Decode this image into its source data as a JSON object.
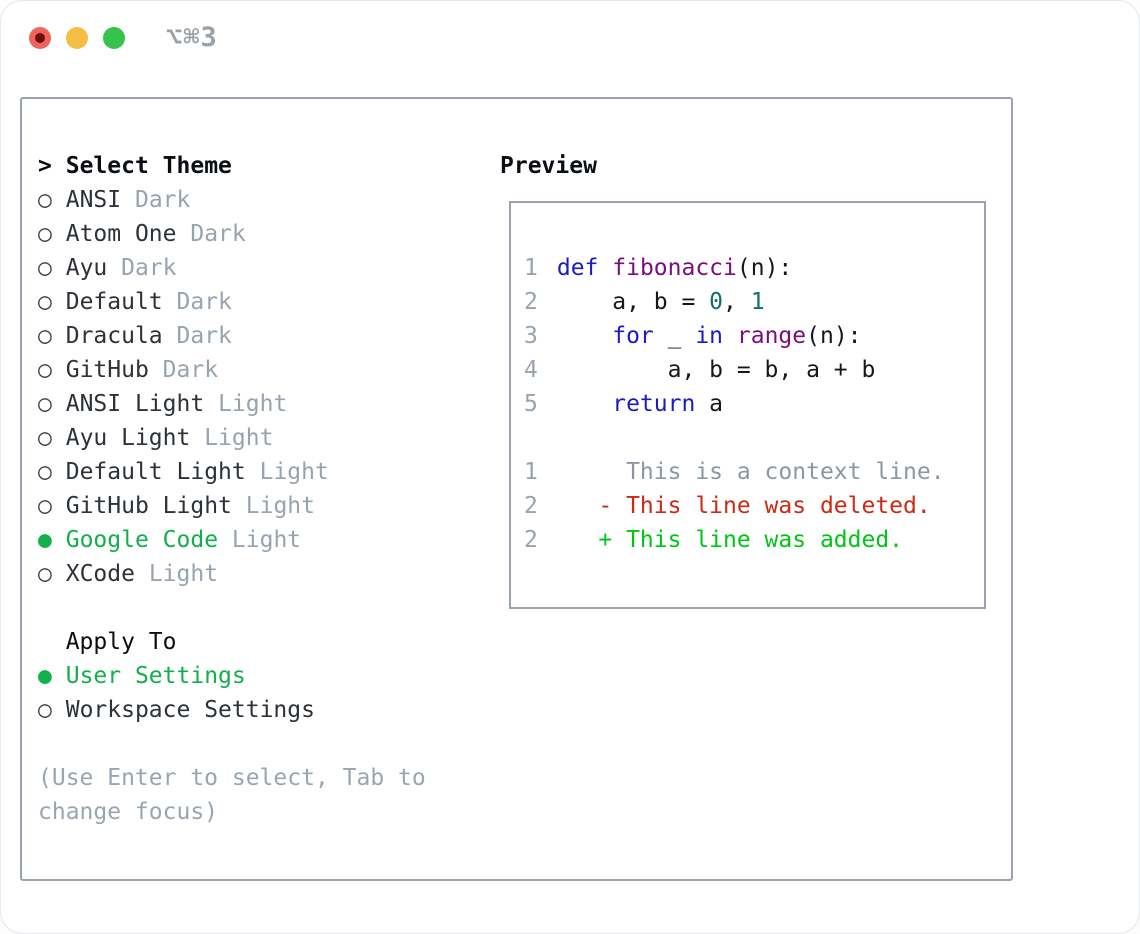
{
  "window": {
    "title": "⌥⌘3"
  },
  "theme_selector": {
    "header_marker": ">",
    "header_label": "Select Theme",
    "items": [
      {
        "marker": "○",
        "name": "ANSI",
        "variant": "Dark",
        "selected": false
      },
      {
        "marker": "○",
        "name": "Atom One",
        "variant": "Dark",
        "selected": false
      },
      {
        "marker": "○",
        "name": "Ayu",
        "variant": "Dark",
        "selected": false
      },
      {
        "marker": "○",
        "name": "Default",
        "variant": "Dark",
        "selected": false
      },
      {
        "marker": "○",
        "name": "Dracula",
        "variant": "Dark",
        "selected": false
      },
      {
        "marker": "○",
        "name": "GitHub",
        "variant": "Dark",
        "selected": false
      },
      {
        "marker": "○",
        "name": "ANSI Light",
        "variant": "Light",
        "selected": false
      },
      {
        "marker": "○",
        "name": "Ayu Light",
        "variant": "Light",
        "selected": false
      },
      {
        "marker": "○",
        "name": "Default Light",
        "variant": "Light",
        "selected": false
      },
      {
        "marker": "○",
        "name": "GitHub Light",
        "variant": "Light",
        "selected": false
      },
      {
        "marker": "●",
        "name": "Google Code",
        "variant": "Light",
        "selected": true
      },
      {
        "marker": "○",
        "name": "XCode",
        "variant": "Light",
        "selected": false
      }
    ]
  },
  "apply_to": {
    "label": "Apply To",
    "options": [
      {
        "marker": "●",
        "name": "User Settings",
        "selected": true
      },
      {
        "marker": "○",
        "name": "Workspace Settings",
        "selected": false
      }
    ]
  },
  "hint": "(Use Enter to select, Tab to change focus)",
  "preview": {
    "label": "Preview",
    "lines": [
      {
        "no": "1",
        "segs": [
          [
            "kw",
            "def"
          ],
          [
            "plain",
            " "
          ],
          [
            "fn",
            "fibonacci"
          ],
          [
            "plain",
            "(n):"
          ]
        ]
      },
      {
        "no": "2",
        "segs": [
          [
            "plain",
            "    a, b = "
          ],
          [
            "num",
            "0"
          ],
          [
            "plain",
            ", "
          ],
          [
            "num",
            "1"
          ]
        ]
      },
      {
        "no": "3",
        "segs": [
          [
            "plain",
            "    "
          ],
          [
            "kw",
            "for"
          ],
          [
            "plain",
            " _ "
          ],
          [
            "kw",
            "in"
          ],
          [
            "plain",
            " "
          ],
          [
            "fn",
            "range"
          ],
          [
            "plain",
            "(n):"
          ]
        ]
      },
      {
        "no": "4",
        "segs": [
          [
            "plain",
            "        a, b = b, a + b"
          ]
        ]
      },
      {
        "no": "5",
        "segs": [
          [
            "plain",
            "    "
          ],
          [
            "kw",
            "return"
          ],
          [
            "plain",
            " a"
          ]
        ]
      },
      {
        "no": "",
        "segs": []
      },
      {
        "no": "1",
        "segs": [
          [
            "ctx",
            "     This is a context line."
          ]
        ]
      },
      {
        "no": "2",
        "segs": [
          [
            "del",
            "   - This line was deleted."
          ]
        ]
      },
      {
        "no": "2",
        "segs": [
          [
            "add",
            "   + This line was added."
          ]
        ]
      }
    ]
  },
  "colors": {
    "selected_green": "#12b04b",
    "added_green": "#00c517",
    "deleted_red": "#cc2a16",
    "keyword_blue": "#1b1ac5",
    "function_purple": "#7b0d7d",
    "number_teal": "#0e6f70",
    "muted_gray": "#98a3b0",
    "panel_border": "#99a2ad",
    "traffic_red": "#f0635d",
    "traffic_yellow": "#f5bd42",
    "traffic_green": "#36c24b"
  }
}
